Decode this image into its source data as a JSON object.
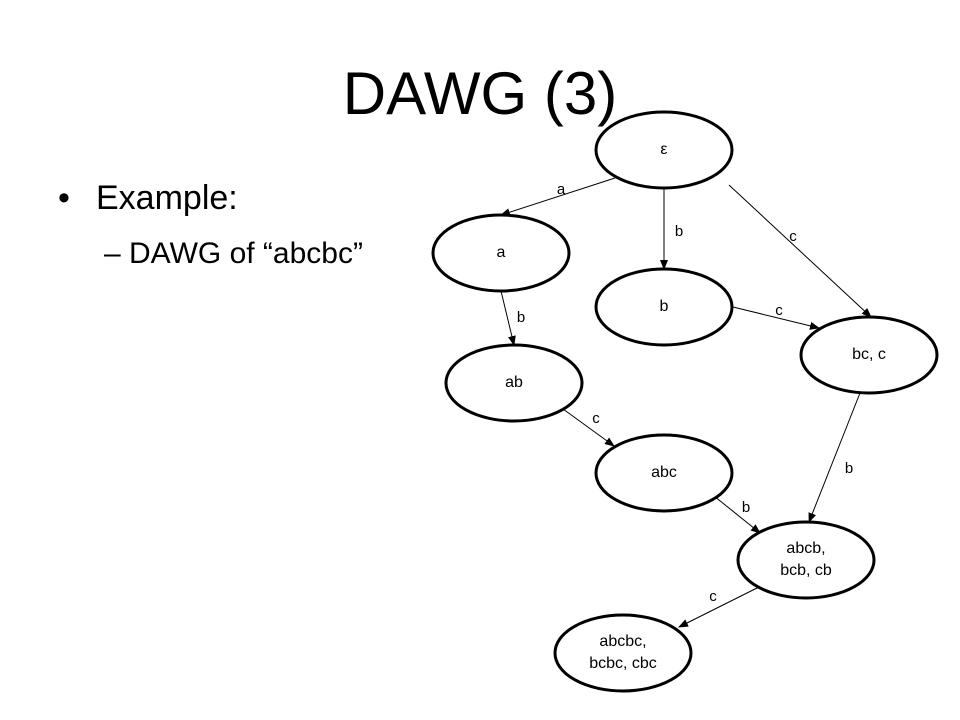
{
  "slide": {
    "title": "DAWG (3)",
    "bullet_glyph": "•",
    "bullet": "Example:",
    "sub_bullet": "– DAWG of “abcbc”"
  },
  "diagram": {
    "nodes": [
      {
        "id": "n0",
        "lines": [
          "ε"
        ]
      },
      {
        "id": "n_a",
        "lines": [
          "a"
        ]
      },
      {
        "id": "n_b",
        "lines": [
          "b"
        ]
      },
      {
        "id": "n_bc",
        "lines": [
          "bc, c"
        ]
      },
      {
        "id": "n_ab",
        "lines": [
          "ab"
        ]
      },
      {
        "id": "n_abc",
        "lines": [
          "abc"
        ]
      },
      {
        "id": "n_abcb",
        "lines": [
          "abcb,",
          "bcb, cb"
        ]
      },
      {
        "id": "n_abcbc",
        "lines": [
          "abcbc,",
          "bcbc, cbc"
        ]
      }
    ],
    "edges": [
      {
        "from": "n0",
        "to": "n_a",
        "label": "a"
      },
      {
        "from": "n0",
        "to": "n_b",
        "label": "b"
      },
      {
        "from": "n0",
        "to": "n_bc",
        "label": "c"
      },
      {
        "from": "n_b",
        "to": "n_bc",
        "label": "c"
      },
      {
        "from": "n_a",
        "to": "n_ab",
        "label": "b"
      },
      {
        "from": "n_ab",
        "to": "n_abc",
        "label": "c"
      },
      {
        "from": "n_abc",
        "to": "n_abcb",
        "label": "b"
      },
      {
        "from": "n_bc",
        "to": "n_abcb",
        "label": "b"
      },
      {
        "from": "n_abcb",
        "to": "n_abcbc",
        "label": "c"
      }
    ]
  }
}
